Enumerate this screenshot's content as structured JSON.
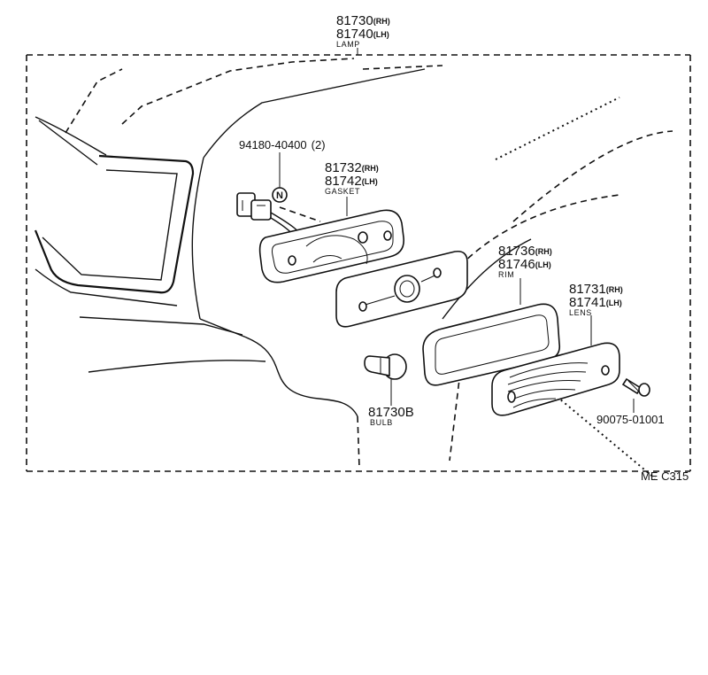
{
  "diagram": {
    "lamp": {
      "part_rh": "81730",
      "suffix_rh": "(RH)",
      "part_lh": "81740",
      "suffix_lh": "(LH)",
      "name": "LAMP"
    },
    "screw_n": {
      "part": "94180-40400",
      "qty": "(2)",
      "marker": "N"
    },
    "gasket": {
      "part_rh": "81732",
      "suffix_rh": "(RH)",
      "part_lh": "81742",
      "suffix_lh": "(LH)",
      "name": "GASKET"
    },
    "rim": {
      "part_rh": "81736",
      "suffix_rh": "(RH)",
      "part_lh": "81746",
      "suffix_lh": "(LH)",
      "name": "RIM"
    },
    "lens": {
      "part_rh": "81731",
      "suffix_rh": "(RH)",
      "part_lh": "81741",
      "suffix_lh": "(LH)",
      "name": "LENS"
    },
    "bulb": {
      "part": "81730B",
      "name": "BULB"
    },
    "screw": {
      "part": "90075-01001"
    },
    "code": "ME C315"
  }
}
